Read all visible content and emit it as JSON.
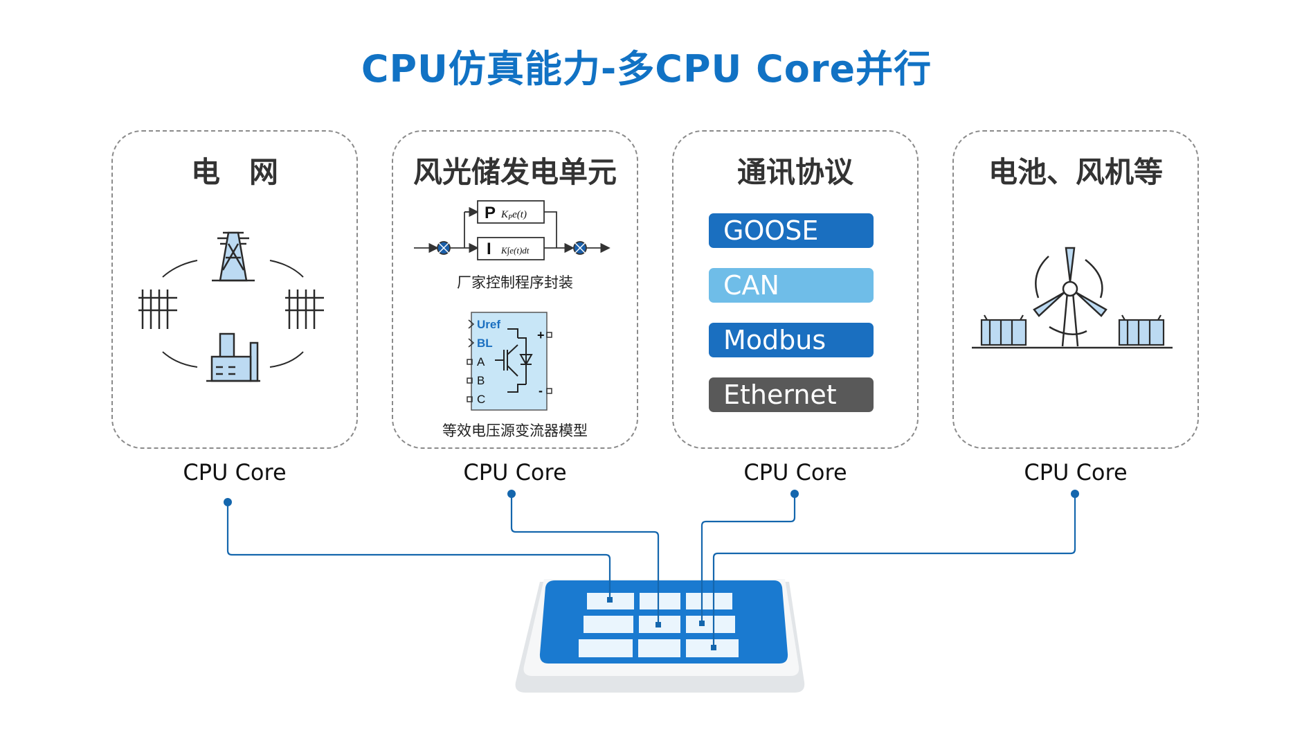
{
  "title": "CPU仿真能力-多CPU Core并行",
  "panels": [
    {
      "title": "电　网",
      "core_label": "CPU Core"
    },
    {
      "title": "风光储发电单元",
      "core_label": "CPU Core",
      "pi_controller": {
        "p_symbol": "P",
        "p_formula": "KPe(t)",
        "i_symbol": "I",
        "i_formula": "K∫e(t)dt"
      },
      "controller_caption": "厂家控制程序封装",
      "vsc_block": {
        "inputs": [
          "Uref",
          "BL",
          "A",
          "B",
          "C"
        ],
        "plus": "+",
        "minus": "-"
      },
      "vsc_caption": "等效电压源变流器模型"
    },
    {
      "title": "通讯协议",
      "core_label": "CPU Core",
      "protocols": [
        {
          "label": "GOOSE",
          "color": "#1a6fc0"
        },
        {
          "label": "CAN",
          "color": "#6fbde8"
        },
        {
          "label": "Modbus",
          "color": "#1a6fc0"
        },
        {
          "label": "Ethernet",
          "color": "#595959"
        }
      ]
    },
    {
      "title": "电池、风机等",
      "core_label": "CPU Core"
    }
  ],
  "colors": {
    "accent": "#1172c4",
    "line": "#1466ad",
    "chip": "#1a7ad0",
    "icon": "#2a2a2a",
    "icon_fill": "#bcdaf2"
  },
  "icons": [
    "power-grid-icon",
    "transmission-tower-icon",
    "power-pole-icon",
    "power-plant-icon",
    "wind-turbine-icon",
    "battery-container-icon",
    "cpu-chip-icon"
  ]
}
